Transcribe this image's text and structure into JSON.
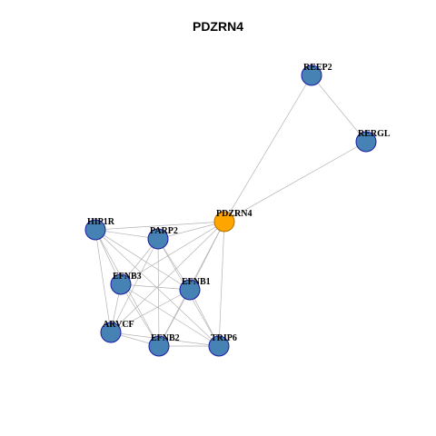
{
  "title": "PDZRN4",
  "colors": {
    "edge": "#b3b3b3",
    "center_node_fill": "#ffa500",
    "center_node_stroke": "#b07000",
    "node_fill": "#4682b4",
    "node_stroke": "#1a1aa6"
  },
  "nodes": [
    {
      "id": "PDZRN4",
      "label": "PDZRN4",
      "center": true
    },
    {
      "id": "REEP2",
      "label": "REEP2",
      "center": false
    },
    {
      "id": "RERGL",
      "label": "RERGL",
      "center": false
    },
    {
      "id": "HIP1R",
      "label": "HIP1R",
      "center": false
    },
    {
      "id": "PARP2",
      "label": "PARP2",
      "center": false
    },
    {
      "id": "EFNB3",
      "label": "EFNB3",
      "center": false
    },
    {
      "id": "EFNB1",
      "label": "EFNB1",
      "center": false
    },
    {
      "id": "ARVCF",
      "label": "ARVCF",
      "center": false
    },
    {
      "id": "EFNB2",
      "label": "EFNB2",
      "center": false
    },
    {
      "id": "TRIP6",
      "label": "TRIP6",
      "center": false
    }
  ],
  "edges": [
    [
      "REEP2",
      "RERGL"
    ],
    [
      "REEP2",
      "PDZRN4"
    ],
    [
      "RERGL",
      "PDZRN4"
    ],
    [
      "PDZRN4",
      "HIP1R"
    ],
    [
      "PDZRN4",
      "PARP2"
    ],
    [
      "PDZRN4",
      "EFNB3"
    ],
    [
      "PDZRN4",
      "EFNB1"
    ],
    [
      "PDZRN4",
      "ARVCF"
    ],
    [
      "PDZRN4",
      "EFNB2"
    ],
    [
      "PDZRN4",
      "TRIP6"
    ],
    [
      "HIP1R",
      "PARP2"
    ],
    [
      "HIP1R",
      "EFNB3"
    ],
    [
      "HIP1R",
      "EFNB1"
    ],
    [
      "HIP1R",
      "ARVCF"
    ],
    [
      "HIP1R",
      "EFNB2"
    ],
    [
      "HIP1R",
      "TRIP6"
    ],
    [
      "PARP2",
      "EFNB3"
    ],
    [
      "PARP2",
      "EFNB1"
    ],
    [
      "PARP2",
      "ARVCF"
    ],
    [
      "PARP2",
      "EFNB2"
    ],
    [
      "PARP2",
      "TRIP6"
    ],
    [
      "EFNB3",
      "EFNB1"
    ],
    [
      "EFNB3",
      "ARVCF"
    ],
    [
      "EFNB3",
      "EFNB2"
    ],
    [
      "EFNB3",
      "TRIP6"
    ],
    [
      "EFNB1",
      "ARVCF"
    ],
    [
      "EFNB1",
      "EFNB2"
    ],
    [
      "EFNB1",
      "TRIP6"
    ],
    [
      "ARVCF",
      "EFNB2"
    ],
    [
      "ARVCF",
      "TRIP6"
    ],
    [
      "EFNB2",
      "TRIP6"
    ]
  ]
}
